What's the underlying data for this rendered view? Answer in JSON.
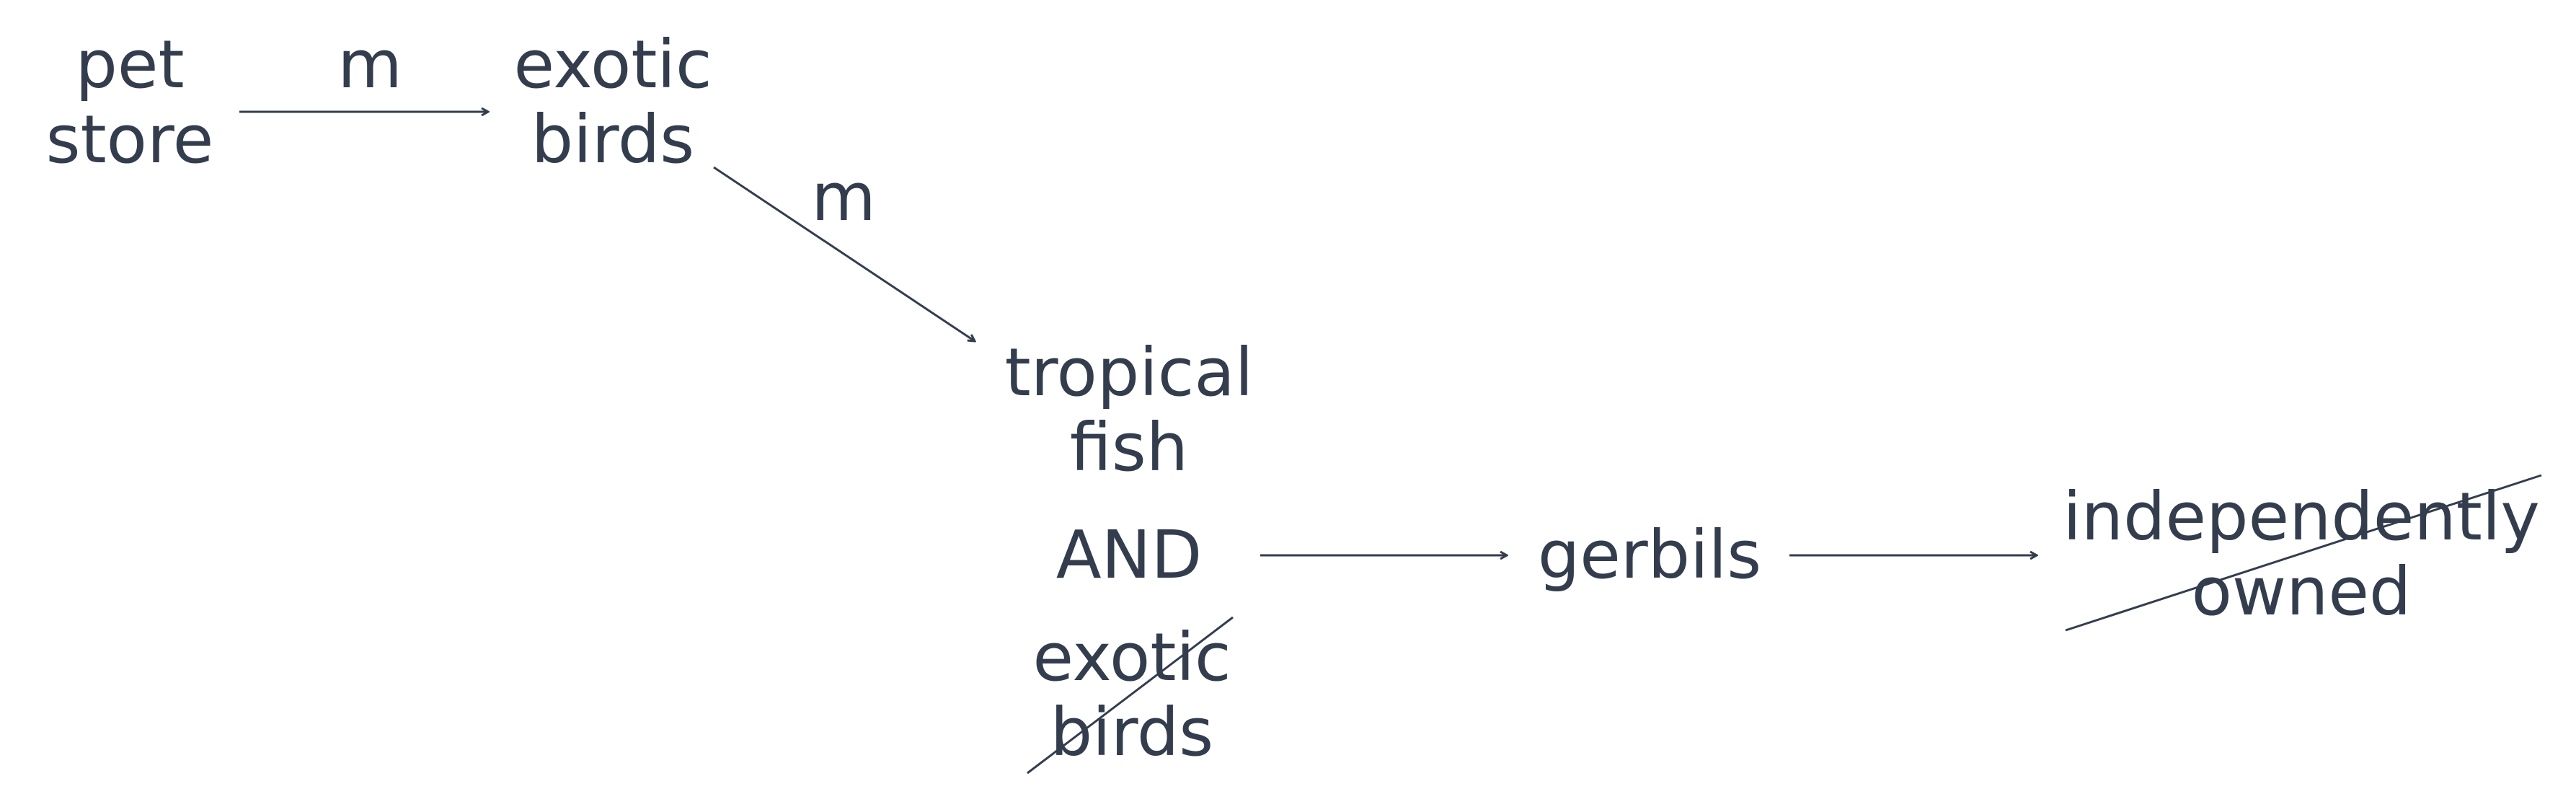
{
  "nodes": {
    "pet_store": [
      "pet",
      "store"
    ],
    "exotic_birds": [
      "exotic",
      "birds"
    ],
    "tropical_fish": [
      "tropical",
      "fish"
    ],
    "and_operator": "AND",
    "exotic_birds_struck": [
      "exotic",
      "birds"
    ],
    "gerbils": "gerbils",
    "independently_owned": [
      "independently",
      "owned"
    ]
  },
  "edges": {
    "store_to_birds_label": "m",
    "birds_to_fish_label": "m"
  },
  "colors": {
    "text": "#333d4d",
    "line": "#333d4d"
  }
}
